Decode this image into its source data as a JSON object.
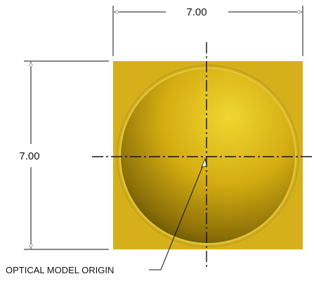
{
  "dimensions": {
    "width_label": "7.00",
    "height_label": "7.00"
  },
  "callout": {
    "label": "OPTICAL MODEL ORIGIN"
  },
  "colors": {
    "square": "#d6b01a",
    "dome_highlight": "#f0d630",
    "dome_shadow": "#5a4a05",
    "line": "#111111"
  }
}
